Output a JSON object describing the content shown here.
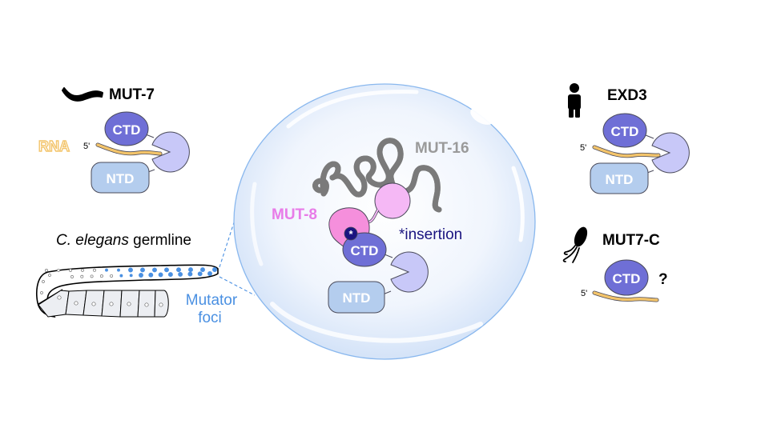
{
  "colors": {
    "ctd_fill": "#6f6fd6",
    "ntd_fill": "#b4cdee",
    "exo_fill": "#c8c8f8",
    "rna": "#f3c46a",
    "mut8_dark": "#f58fdc",
    "mut8_light": "#f5b8f5",
    "mut16": "#9a9a9a",
    "insertion_dot": "#1a1480",
    "foci_blue": "#4a90e2",
    "bubble_edge": "#8ab8ee",
    "outline": "#4a4a5a"
  },
  "panels": {
    "mut7": {
      "organism_icon": "worm-icon",
      "title": "MUT-7",
      "rna_label": "RNA",
      "five_prime": "5'",
      "ctd_label": "CTD",
      "ntd_label": "NTD"
    },
    "germline": {
      "title_italic": "C. elegans",
      "title_rest": " germline",
      "foci_label_line1": "Mutator",
      "foci_label_line2": "foci"
    },
    "condensate": {
      "mut16_label": "MUT-16",
      "mut8_label": "MUT-8",
      "insertion_label": "*insertion",
      "insertion_marker": "*",
      "ctd_label": "CTD",
      "ntd_label": "NTD"
    },
    "exd3": {
      "organism_icon": "human-icon",
      "title": "EXD3",
      "five_prime": "5'",
      "ctd_label": "CTD",
      "ntd_label": "NTD"
    },
    "mut7c": {
      "organism_icon": "bacterium-icon",
      "title": "MUT7-C",
      "five_prime": "5'",
      "ctd_label": "CTD",
      "unknown_marker": "?"
    }
  }
}
